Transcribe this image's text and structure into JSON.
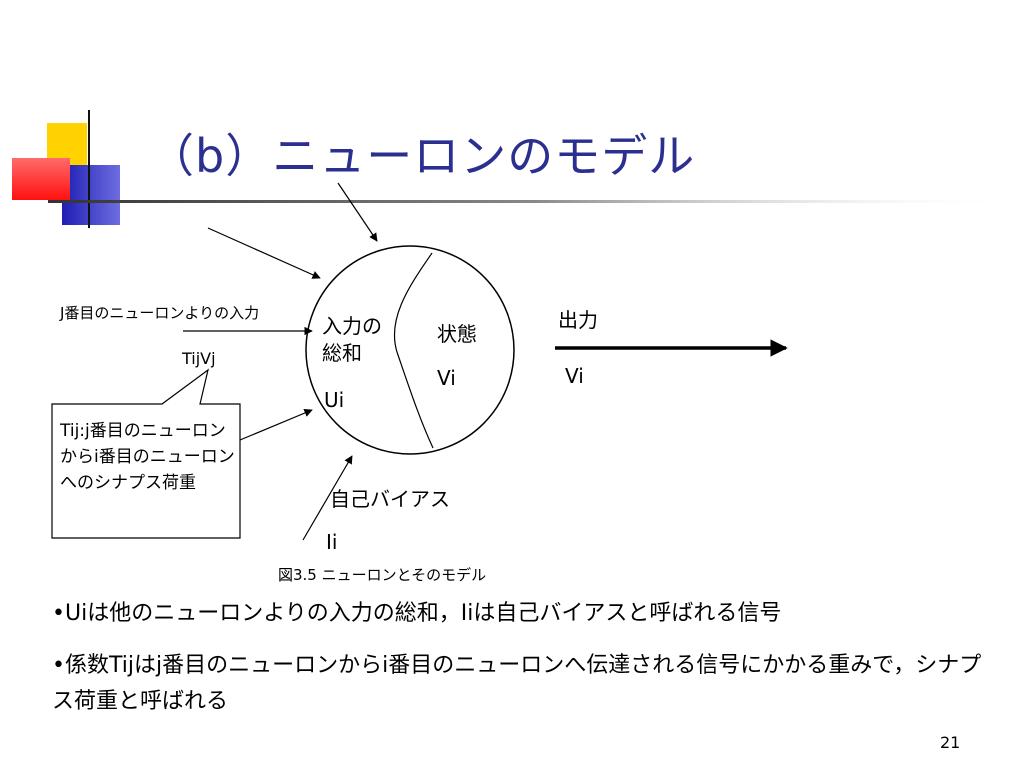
{
  "slide": {
    "title": "（b）ニューロンのモデル",
    "page_number": "21"
  },
  "diagram": {
    "input_label": "J番目のニューロンよりの入力",
    "weight_label": "TijVj",
    "sum_label": "入力の\n総和",
    "sum_var": "Ui",
    "state_label": "状態",
    "state_var": "Vi",
    "output_label": "出力",
    "output_var": "Vi",
    "bias_label": "自己バイアス",
    "bias_var": "Ii",
    "callout_text": "Tij:j番目のニューロンからi番目のニューロンへのシナプス荷重",
    "caption": "図3.5 ニューロンとそのモデル"
  },
  "bullets": [
    "•Uiは他のニューロンよりの入力の総和，Iiは自己バイアスと呼ばれる信号",
    "•係数Tijはj番目のニューロンからi番目のニューロンへ伝達される信号にかかる重みで，シナプス荷重と呼ばれる"
  ],
  "colors": {
    "title": "#2b2f8f",
    "deco_yellow": "#ffd200",
    "deco_blue": "#2a2ac8",
    "deco_red": "#ff3333"
  }
}
